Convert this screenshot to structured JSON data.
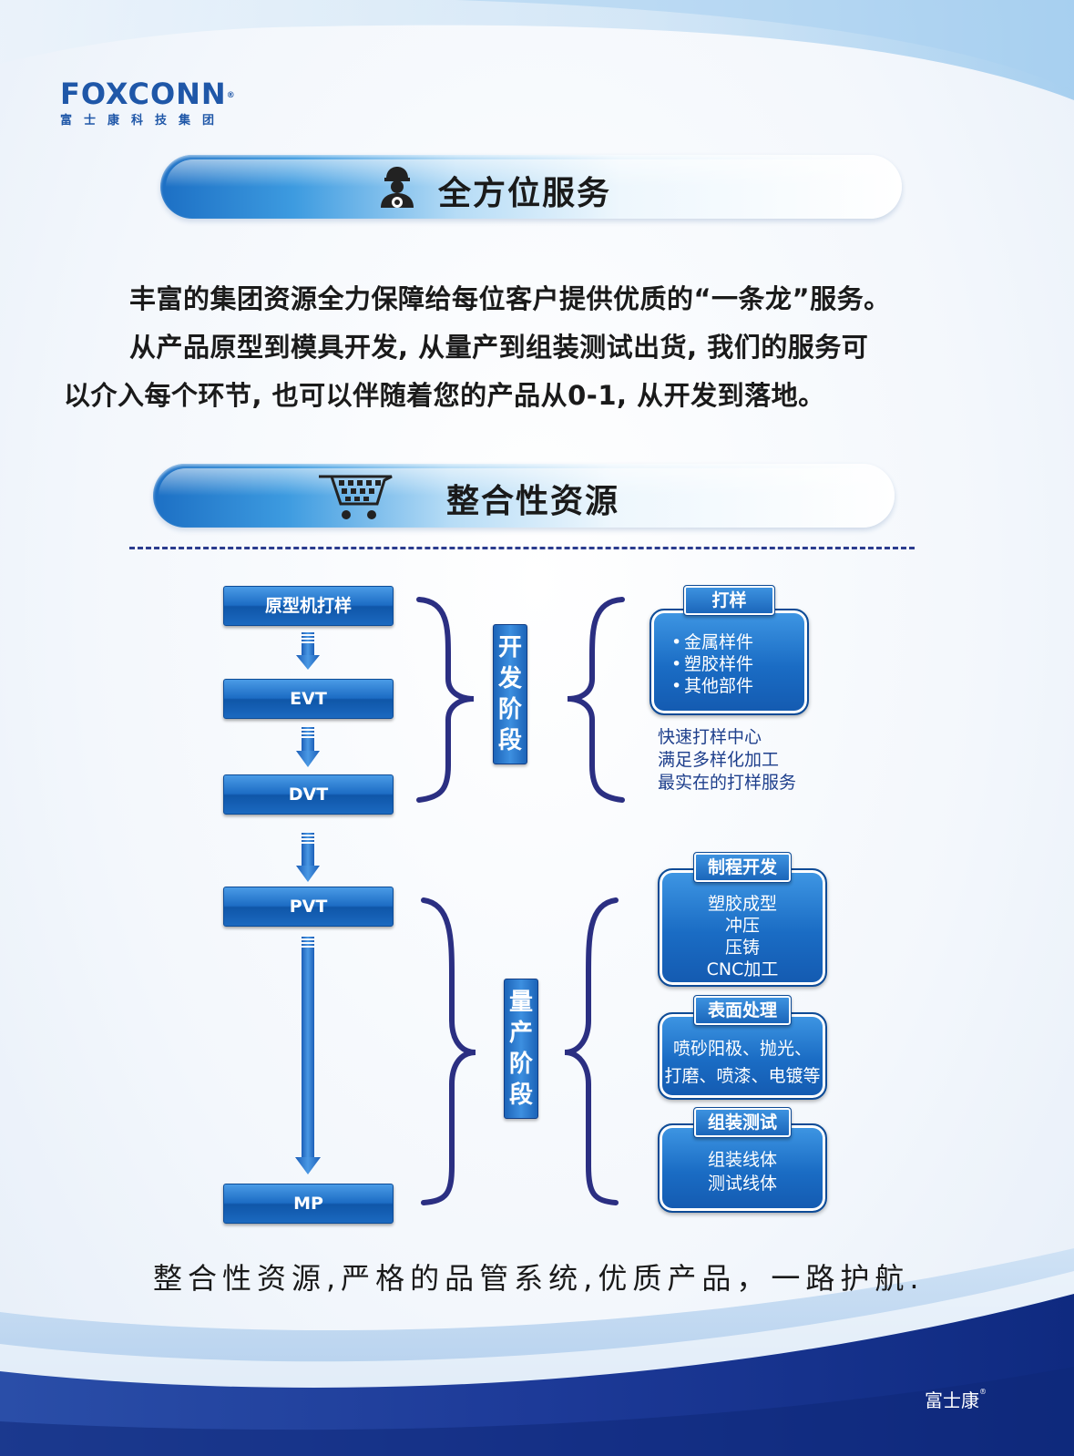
{
  "brand": {
    "name": "FOXCONN",
    "registered": "®",
    "subtitle": "富士康科技集团"
  },
  "section1": {
    "title": "全方位服务",
    "icon": "engineer-gear-icon"
  },
  "intro": {
    "line1": "丰富的集团资源全力保障给每位客户提供优质的“一条龙”服务。",
    "line2": "从产品原型到模具开发, 从量产到组装测试出货, 我们的服务可",
    "line3": "以介入每个环节, 也可以伴随着您的产品从0-1, 从开发到落地。"
  },
  "section2": {
    "title": "整合性资源",
    "icon": "shopping-cart-icon"
  },
  "stages": [
    "原型机打样",
    "EVT",
    "DVT",
    "PVT",
    "MP"
  ],
  "phases": {
    "development": [
      "开",
      "发",
      "阶",
      "段"
    ],
    "production": [
      "量",
      "产",
      "阶",
      "段"
    ]
  },
  "sampling_card": {
    "tag": "打样",
    "items": [
      "金属样件",
      "塑胶样件",
      "其他部件"
    ],
    "bullet": "•"
  },
  "sampling_note": [
    "快速打样中心",
    "满足多样化加工",
    "最实在的打样服务"
  ],
  "process_card": {
    "tag": "制程开发",
    "items": [
      "塑胶成型",
      "冲压",
      "压铸",
      "CNC加工"
    ]
  },
  "surface_card": {
    "tag": "表面处理",
    "items": [
      "喷砂阳极、抛光、",
      "打磨、喷漆、电镀等"
    ]
  },
  "assembly_card": {
    "tag": "组装测试",
    "items": [
      "组装线体",
      "测试线体"
    ]
  },
  "slogan": "整合性资源,严格的品管系统,优质产品，一路护航.",
  "corner_mark": "富士康",
  "colors": {
    "brand_blue": "#1f57a8",
    "card_blue": "#1a6cc4",
    "bracket_navy": "#2b2f82",
    "footer_navy": "#1d2f86"
  }
}
